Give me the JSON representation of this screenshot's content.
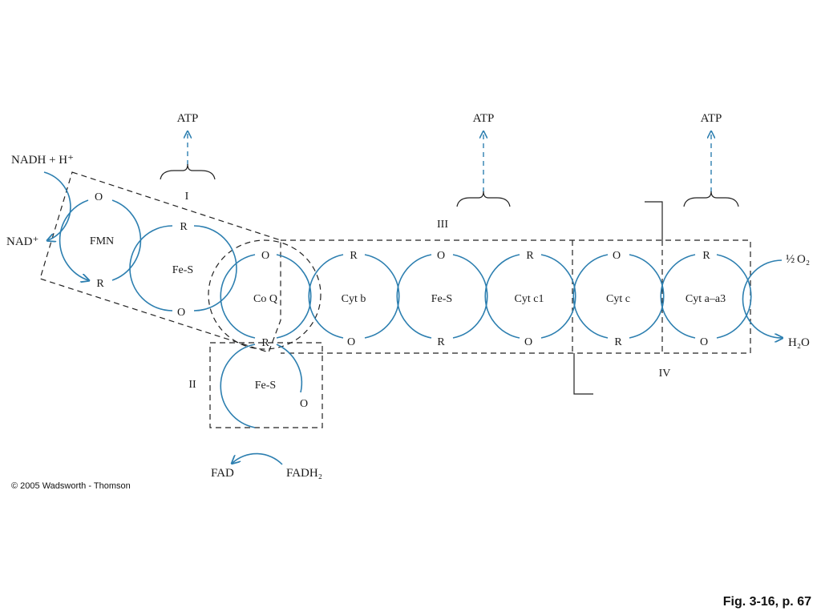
{
  "carriers": {
    "fmn": "FMN",
    "fes1": "Fe-S",
    "coq": "Co Q",
    "fes2": "Fe-S",
    "cytb": "Cyt b",
    "fes3": "Fe-S",
    "cytc1": "Cyt c1",
    "cytc": "Cyt c",
    "cytaa3": "Cyt a–a3"
  },
  "redox": {
    "o": "O",
    "r": "R"
  },
  "substrates": {
    "nadh": "NADH + H⁺",
    "nad": "NAD⁺",
    "fad": "FAD",
    "fadh2": "FADH₂",
    "o2_frac": "½",
    "o2": "O₂",
    "h2o": "H₂O"
  },
  "atp": {
    "label": "ATP"
  },
  "complexes": {
    "i": "I",
    "ii": "II",
    "iii": "III",
    "iv": "IV"
  },
  "footer": {
    "copyright": "© 2005 Wadsworth - Thomson",
    "figure": "Fig. 3-16, p. 67"
  },
  "colors": {
    "loop": "#2d7fb0",
    "box": "#222222"
  }
}
